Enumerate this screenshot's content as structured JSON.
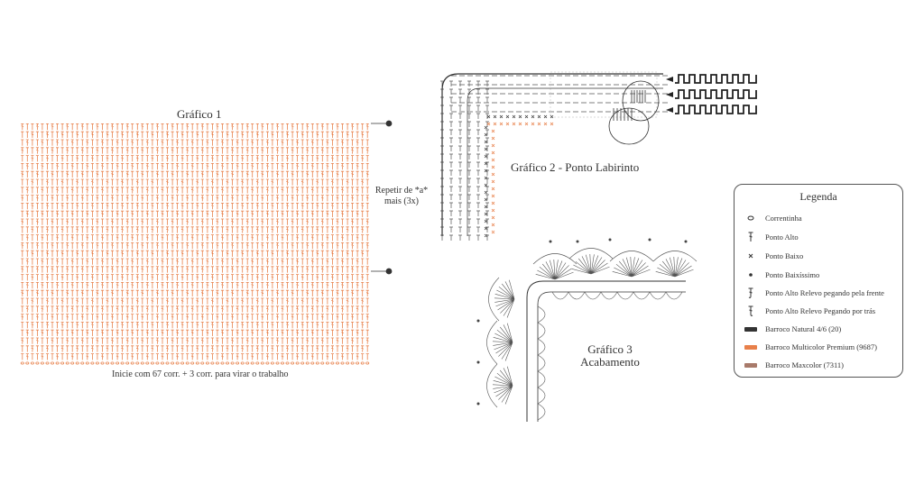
{
  "chart1": {
    "title": "Gráfico 1",
    "footer": "Inicie com  67 corr. + 3 corr. para virar o trabalho",
    "repeat_note_line1": "Repetir de *a*",
    "repeat_note_line2": "mais (3x)",
    "color": "#e8804a"
  },
  "chart2": {
    "title": "Gráfico 2 - Ponto Labirinto"
  },
  "chart3": {
    "title_line1": "Gráfico 3",
    "title_line2": "Acabamento"
  },
  "legend": {
    "title": "Legenda",
    "items": [
      {
        "symbol": "oval",
        "label": "Correntinha"
      },
      {
        "symbol": "ponto-alto",
        "label": "Ponto Alto"
      },
      {
        "symbol": "x",
        "label": "Ponto Baixo"
      },
      {
        "symbol": "dot",
        "label": "Ponto Baixíssimo"
      },
      {
        "symbol": "relevo-frente",
        "label": "Ponto Alto Relevo pegando pela frente"
      },
      {
        "symbol": "relevo-tras",
        "label": "Ponto Alto Relevo Pegando por trás"
      },
      {
        "symbol": "swatch",
        "color": "#333333",
        "label": "Barroco Natural 4/6 (20)"
      },
      {
        "symbol": "swatch",
        "color": "#e8804a",
        "label": "Barroco Multicolor Premium (9687)"
      },
      {
        "symbol": "swatch",
        "color": "#a87a6a",
        "label": "Barroco Maxcolor (7311)"
      }
    ]
  }
}
